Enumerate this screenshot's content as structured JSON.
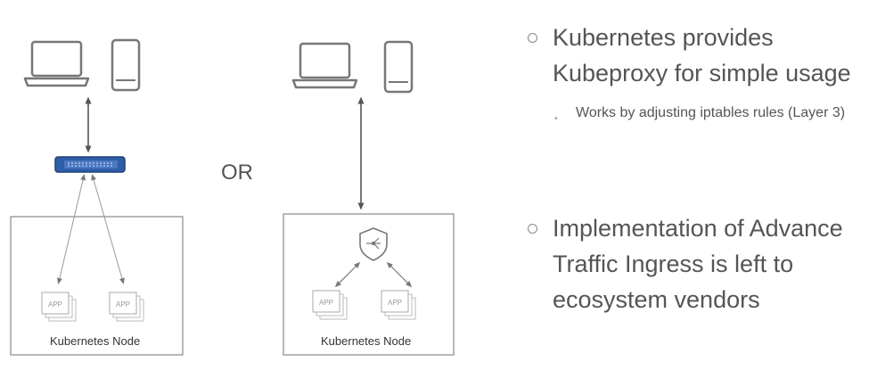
{
  "left_diagram": {
    "node_label": "Kubernetes Node",
    "app_labels": [
      "APP",
      "APP"
    ]
  },
  "or_label": "OR",
  "right_diagram": {
    "node_label": "Kubernetes Node",
    "app_labels": [
      "APP",
      "APP"
    ]
  },
  "bullets": {
    "first": "Kubernetes provides Kubeproxy for simple usage",
    "first_sub": "Works by adjusting iptables rules (Layer 3)",
    "second": "Implementation of Advance Traffic Ingress is left to ecosystem vendors"
  },
  "icons": [
    "laptop-icon",
    "phone-icon",
    "router-icon",
    "shield-ingress-icon",
    "app-stack-icon"
  ],
  "colors": {
    "router_blue": "#2f5ea8",
    "line_gray": "#999999",
    "text_gray": "#555555"
  }
}
